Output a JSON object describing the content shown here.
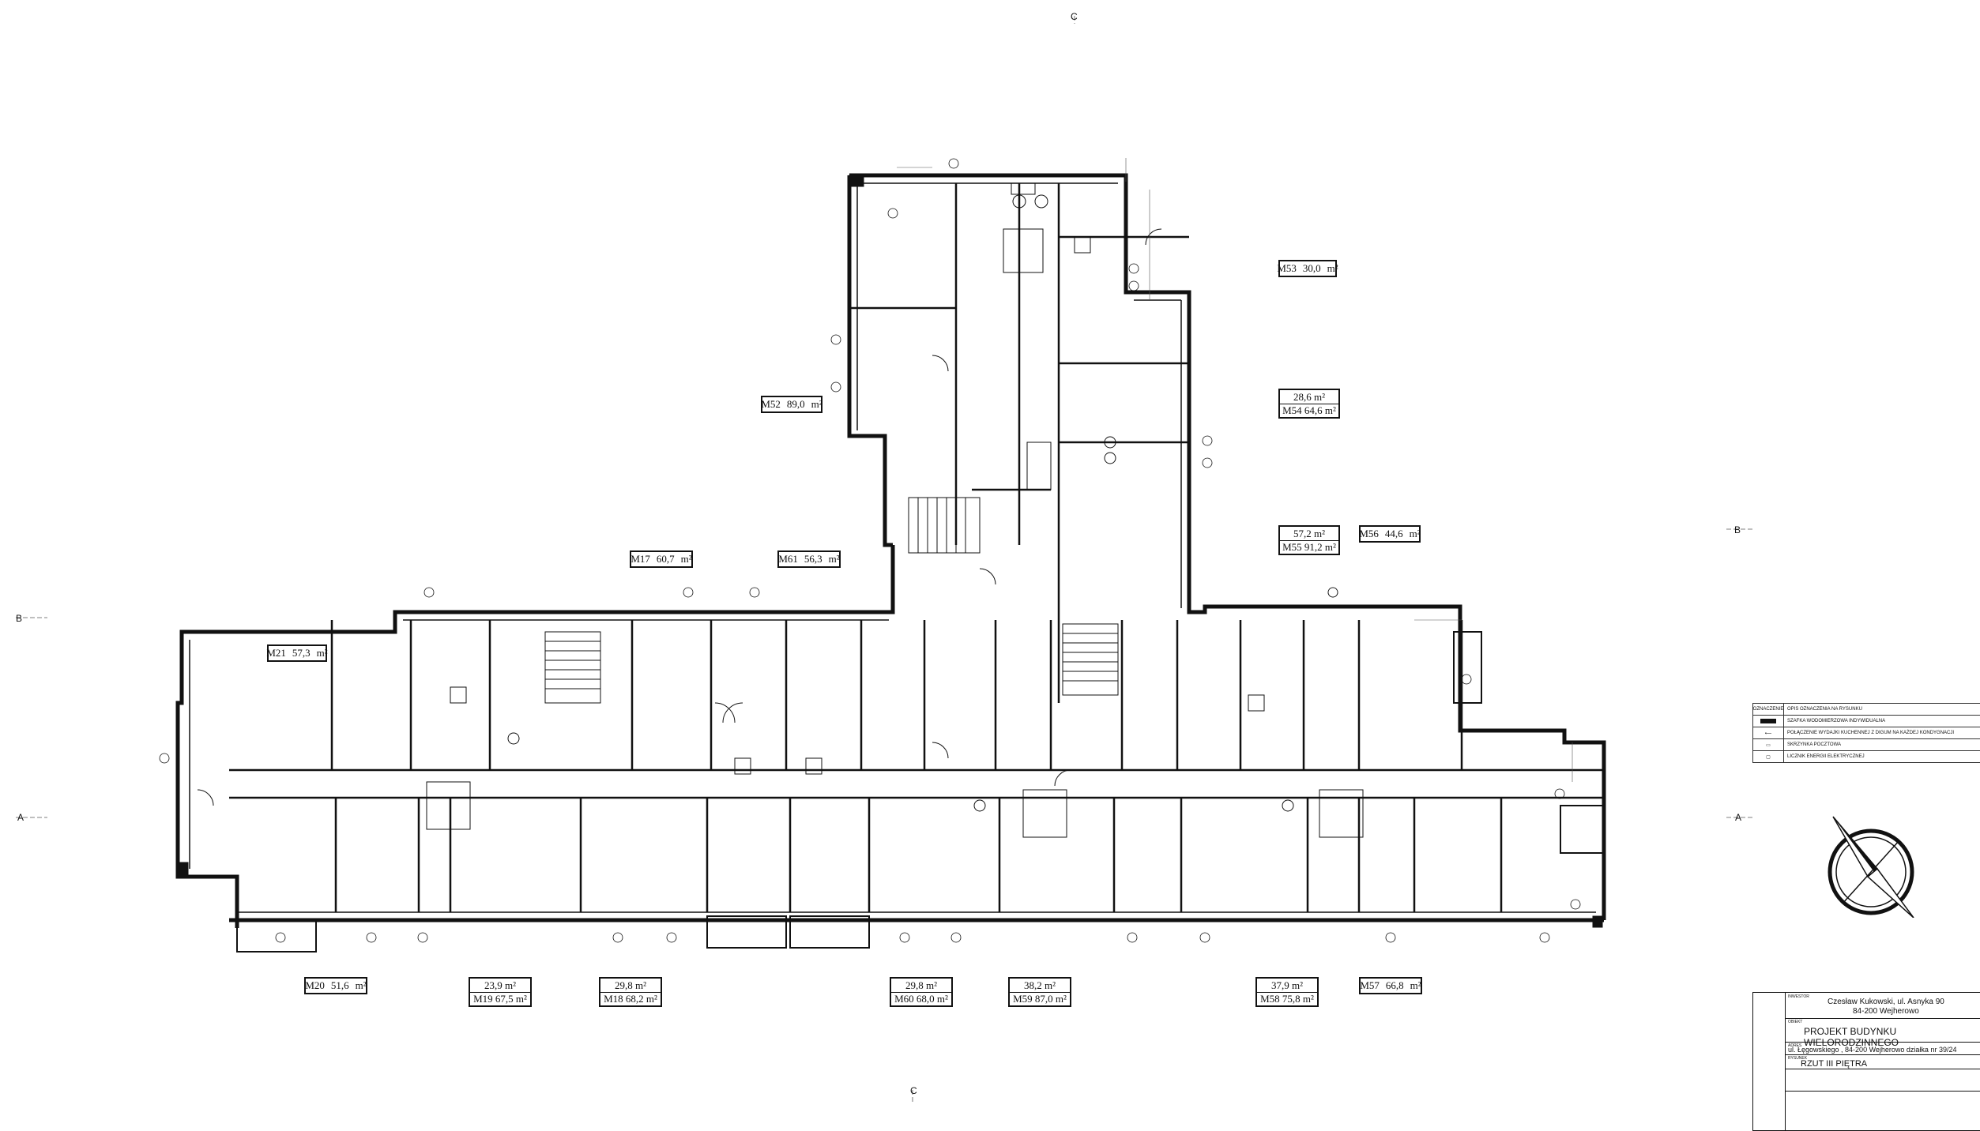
{
  "unit_areas": [
    {
      "id": "M52",
      "area": "89,0",
      "unit": "m²"
    },
    {
      "id": "M53",
      "area": "30,0",
      "unit": "m²"
    },
    {
      "id": "M54",
      "area": "64,6",
      "unit": "m²",
      "extra": "28,6"
    },
    {
      "id": "M56",
      "area": "44,6",
      "unit": "m²"
    },
    {
      "id": "M55",
      "area": "91,2",
      "unit": "m²",
      "extra": "57,2"
    },
    {
      "id": "M17",
      "area": "60,7",
      "unit": "m²"
    },
    {
      "id": "M61",
      "area": "56,3",
      "unit": "m²"
    },
    {
      "id": "M21",
      "area": "57,3",
      "unit": "m²"
    },
    {
      "id": "M20",
      "area": "51,6",
      "unit": "m²"
    },
    {
      "id": "M19",
      "area": "67,5",
      "unit": "m²",
      "extra": "23,9"
    },
    {
      "id": "M18",
      "area": "68,2",
      "unit": "m²",
      "extra": "29,8"
    },
    {
      "id": "M60",
      "area": "68,0",
      "unit": "m²",
      "extra": "29,8"
    },
    {
      "id": "M59",
      "area": "87,0",
      "unit": "m²",
      "extra": "38,2"
    },
    {
      "id": "M58",
      "area": "75,8",
      "unit": "m²",
      "extra": "37,9"
    },
    {
      "id": "M57",
      "area": "66,8",
      "unit": "m²"
    }
  ],
  "section_markers": {
    "top": "C",
    "bottom": "C",
    "left_upper": "B",
    "left_lower": "A",
    "right_upper": "B",
    "right_lower": "A"
  },
  "legend": {
    "header_symbol": "OZNACZENIE",
    "header_desc": "OPIS OZNACZENIA NA RYSUNKU",
    "rows": [
      "SZAFKA WODOMIERZOWA INDYWIDUALNA",
      "POŁĄCZENIE WYDAJKI KUCHENNEJ Z DIGUM NA KAŻDEJ KONDYGNACJI",
      "SKRZYNKA POCZTOWA",
      "LICZNIK ENERGII ELEKTRYCZNEJ"
    ]
  },
  "title_block": {
    "investor_caption": "INWESTOR",
    "investor_line1": "Czesław Kukowski, ul. Asnyka 90",
    "investor_line2": "84-200 Wejherowo",
    "object_caption": "OBIEKT",
    "object": "PROJEKT BUDYNKU WIELORODZINNEGO",
    "address_caption": "ADRES",
    "address": "ul. Łęgowskiego , 84-200 Wejherowo działka nr 39/24",
    "drawing_caption": "RYSUNEK",
    "drawing": "RZUT III PIĘTRA"
  },
  "colors": {
    "line": "#111111",
    "paper": "#ffffff",
    "thin": "#555555"
  }
}
